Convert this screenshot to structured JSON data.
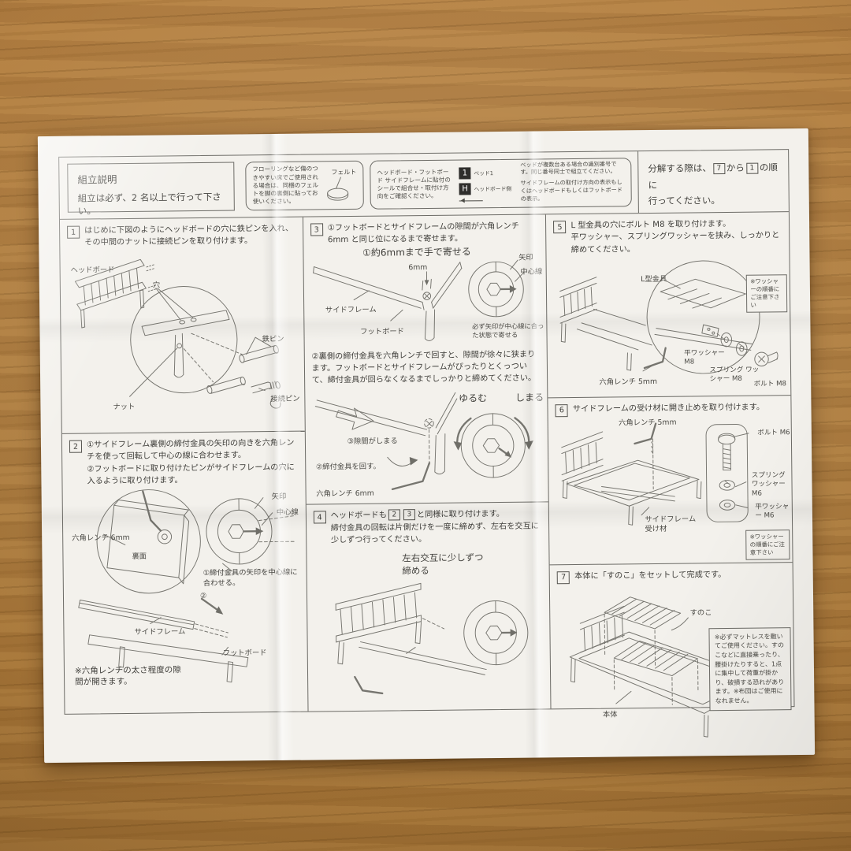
{
  "header": {
    "title": "組立説明",
    "subtitle": "組立は必ず、2 名以上で行って下さい。",
    "felt": {
      "text": "フローリングなど傷のつきやすい床でご使用される場合は、同梱のフェルトを脚の裏側に貼ってお使いください。",
      "label": "フェルト"
    },
    "sticker": {
      "text": "ヘッドボード・フットボード サイドフレームに貼付のシールで組合せ・取付け方向をご確認ください。",
      "badge1": "1",
      "badge1_label": "ベッド1",
      "badge2": "H",
      "badge2_label": "ヘッドボード側",
      "note1": "ベッドが複数台ある場合の識別番号です。同じ番号同士で組立てください。",
      "note2": "サイドフレームの取付け方向の表示もしくはヘッドボードもしくはフットボードの表示。"
    },
    "disassembly": {
      "pre": "分解する際は、",
      "from": "7",
      "mid": "から",
      "to": "1",
      "post": "の順に",
      "post2": "行ってください。"
    }
  },
  "step1": {
    "num": "1",
    "text": "はじめに下図のようにヘッドボードの穴に鉄ピンを入れ、その中間のナットに接続ピンを取り付けます。",
    "labels": {
      "headboard": "ヘッドボード",
      "hole": "穴",
      "nut": "ナット",
      "iron_pin": "鉄ピン",
      "connect_pin": "接続ピン"
    }
  },
  "step2": {
    "num": "2",
    "text1": "①サイドフレーム裏側の締付金具の矢印の向きを六角レンチを使って回転して中心の線に合わせます。",
    "text2": "②フットボードに取り付けたピンがサイドフレームの穴に入るように取り付けます。",
    "labels": {
      "wrench": "六角レンチ 6mm",
      "back_face": "裏面",
      "arrow": "矢印",
      "center_line": "中心線",
      "align_caption": "①締付金具の矢印を中心線に合わせる。",
      "marker2": "②",
      "side_frame": "サイドフレーム",
      "footboard": "フットボード",
      "gap_note": "※六角レンチの太さ程度の隙間が開きます。"
    }
  },
  "step3": {
    "num": "3",
    "text1": "①フットボードとサイドフレームの隙間が六角レンチ 6mm と同じ位になるまで寄せます。",
    "caption1": "①約6mmまで手で寄せる",
    "labels1": {
      "six_mm": "6mm",
      "arrow": "矢印",
      "center_line": "中心線",
      "side_frame": "サイドフレーム",
      "footboard": "フットボード",
      "dial_note": "必ず矢印が中心線に合った状態で寄せる"
    },
    "text2": "②裏側の締付金具を六角レンチで回すと、隙間が徐々に狭まります。フットボードとサイドフレームがぴったりとくっついて、締付金具が回らなくなるまでしっかりと締めてください。",
    "labels2": {
      "gap_closes": "③隙間がしまる",
      "turn_fitting": "②締付金具を回す。",
      "wrench": "六角レンチ 6mm",
      "loosen": "ゆるむ",
      "tighten": "しまる"
    }
  },
  "step4": {
    "num": "4",
    "pre": "ヘッドボードも",
    "ref1": "2",
    "ref2": "3",
    "post": "と同様に取り付けます。",
    "text2": "締付金具の回転は片側だけを一度に締めず、左右を交互に少しずつ行ってください。",
    "caption": "左右交互に少しずつ締める"
  },
  "step5": {
    "num": "5",
    "text1": "L 型金具の穴にボルト M8 を取り付けます。",
    "text2": "平ワッシャー、スプリングワッシャーを挟み、しっかりと締めてください。",
    "labels": {
      "bracket": "L型金具",
      "washer_note": "※ワッシャーの順番にご注意下さい",
      "flat_washer": "平ワッシャー M8",
      "spring_washer": "スプリング ワッシャー M8",
      "bolt": "ボルト M8",
      "wrench": "六角レンチ 5mm"
    }
  },
  "step6": {
    "num": "6",
    "text": "サイドフレームの受け材に開き止めを取り付けます。",
    "labels": {
      "wrench": "六角レンチ 5mm",
      "bolt": "ボルト M6",
      "spring_washer": "スプリング ワッシャー M6",
      "flat_washer": "平ワッシャー M6",
      "receiver": "サイドフレーム 受け材",
      "washer_note": "※ワッシャーの順番にご注意下さい"
    }
  },
  "step7": {
    "num": "7",
    "text": "本体に「すのこ」をセットして完成です。",
    "labels": {
      "slats": "すのこ",
      "body": "本体"
    },
    "warning": "※必ずマットレスを敷いてご使用ください。すのこなどに直接乗ったり、腰掛けたりすると、1点に集中して荷重が掛かり、破損する恐れがあります。※布団はご使用になれません。"
  }
}
